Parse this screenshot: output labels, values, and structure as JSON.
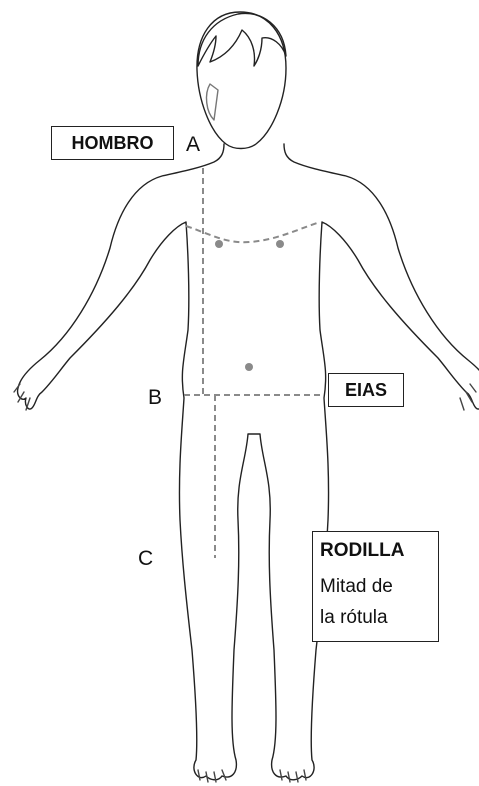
{
  "labels": {
    "shoulder_box": "HOMBRO",
    "point_a": "A",
    "hip_box": "EIAS",
    "point_b": "B",
    "point_c": "C",
    "knee_box_title": "RODILLA",
    "knee_box_line1": "Mitad de",
    "knee_box_line2": "la rótula"
  },
  "colors": {
    "outline": "#222222",
    "guide_dashes": "#8a8a8a",
    "landmark_dots": "#8a8a8a"
  }
}
